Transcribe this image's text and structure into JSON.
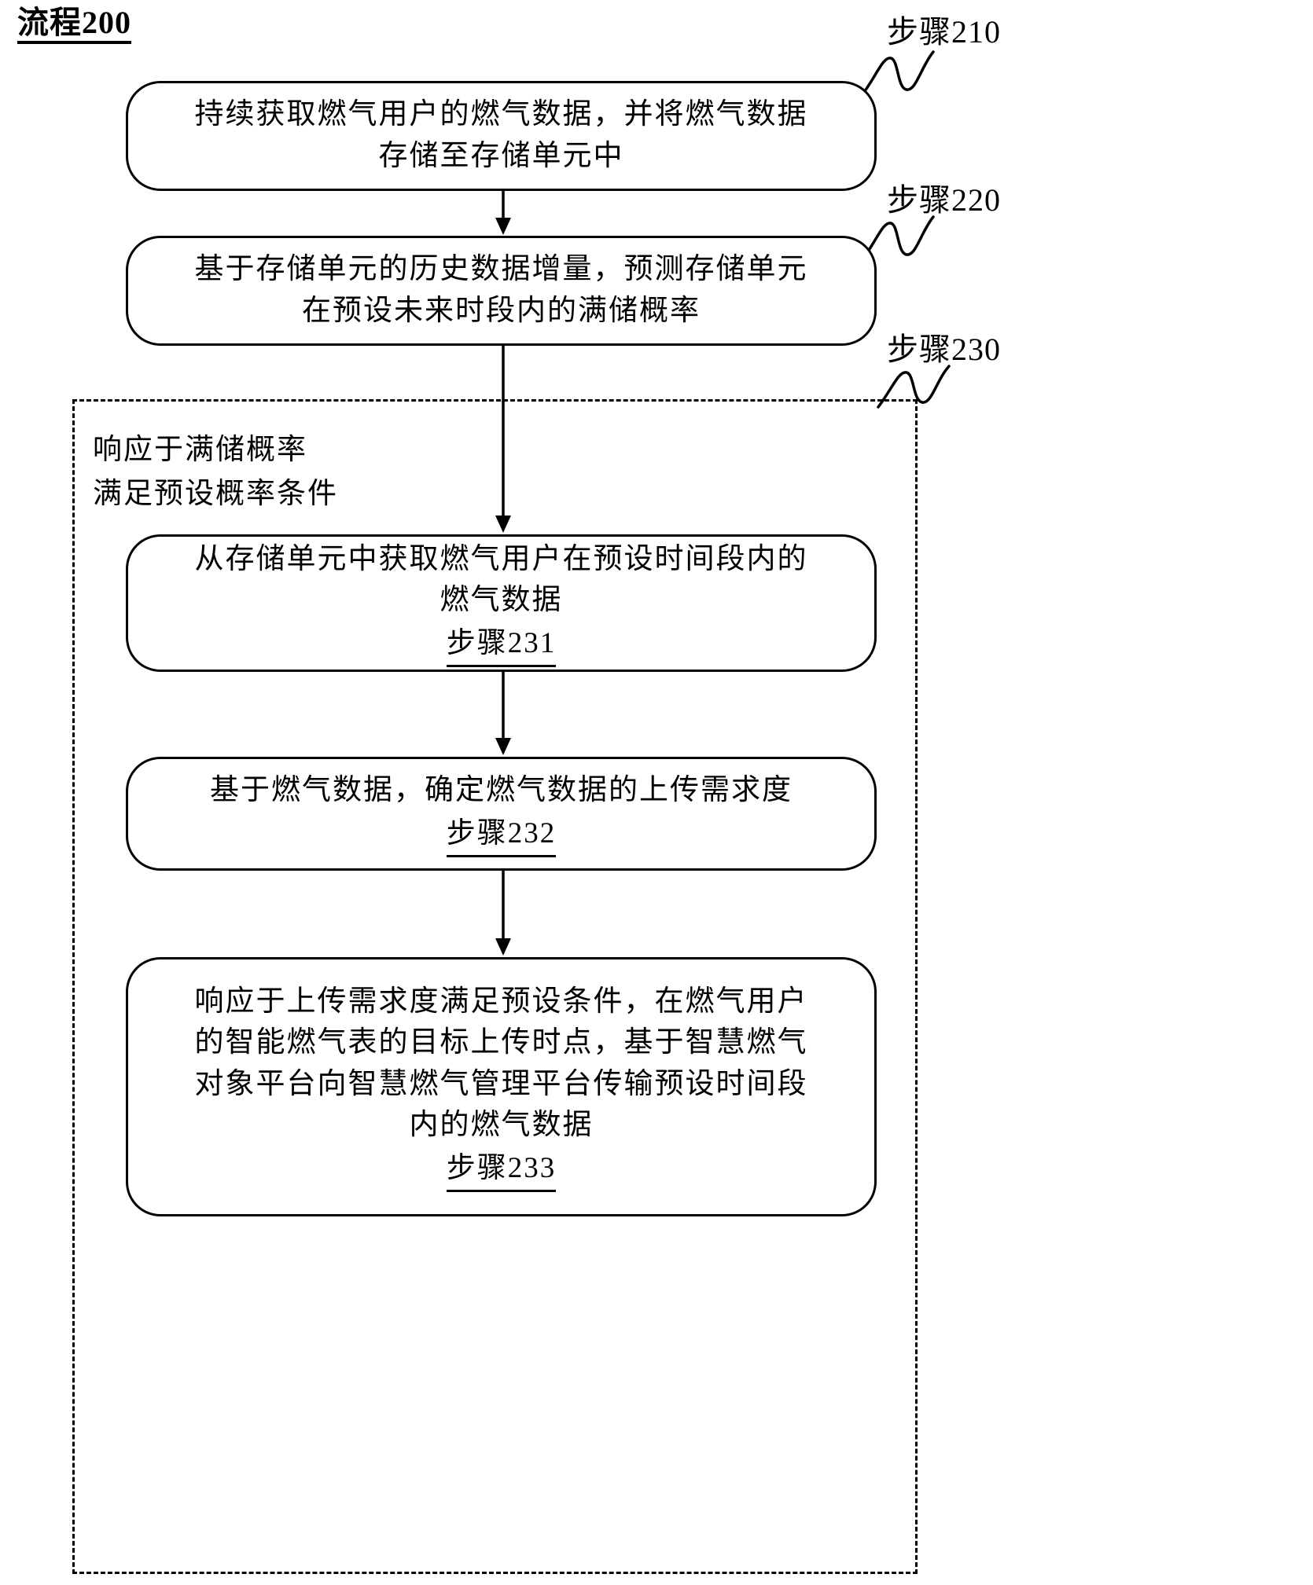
{
  "diagram": {
    "title": "流程200",
    "callouts": [
      {
        "id": "step-210",
        "label": "步骤210"
      },
      {
        "id": "step-220",
        "label": "步骤220"
      },
      {
        "id": "step-230",
        "label": "步骤230"
      }
    ],
    "boxes": [
      {
        "id": "box-210",
        "lines": [
          "持续获取燃气用户的燃气数据，并将燃气数据",
          "存储至存储单元中"
        ],
        "inner_step": ""
      },
      {
        "id": "box-220",
        "lines": [
          "基于存储单元的历史数据增量，预测存储单元",
          "在预设未来时段内的满储概率"
        ],
        "inner_step": ""
      },
      {
        "id": "box-231",
        "lines": [
          "从存储单元中获取燃气用户在预设时间段内的",
          "燃气数据"
        ],
        "inner_step": "步骤231"
      },
      {
        "id": "box-232",
        "lines": [
          "基于燃气数据，确定燃气数据的上传需求度"
        ],
        "inner_step": "步骤232"
      },
      {
        "id": "box-233",
        "lines": [
          "响应于上传需求度满足预设条件，在燃气用户",
          "的智能燃气表的目标上传时点，基于智慧燃气",
          "对象平台向智慧燃气管理平台传输预设时间段",
          "内的燃气数据"
        ],
        "inner_step": "步骤233"
      }
    ],
    "region": {
      "id": "region-230",
      "condition_lines": [
        "响应于满储概率",
        "满足预设概率条件"
      ]
    },
    "colors": {
      "stroke": "#000000",
      "background": "#ffffff"
    }
  }
}
